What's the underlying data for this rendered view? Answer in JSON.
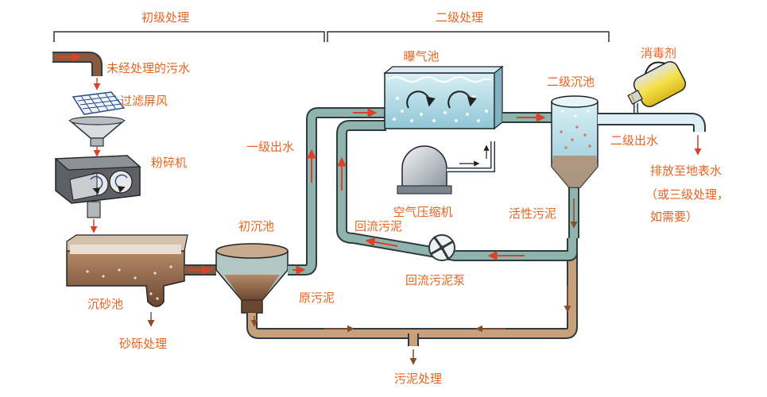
{
  "stages": {
    "primary": "初级处理",
    "secondary": "二级处理"
  },
  "labels": {
    "raw_sewage": "未经处理的污水",
    "screen": "过滤屏风",
    "grinder": "粉碎机",
    "grit_chamber": "沉砂池",
    "grit_disposal": "砂砾处理",
    "primary_clarifier": "初沉池",
    "primary_sludge": "原污泥",
    "primary_effluent": "一级出水",
    "aeration_tank": "曝气池",
    "air_compressor": "空气压缩机",
    "return_sludge": "回流污泥",
    "return_sludge_pump": "回流污泥泵",
    "secondary_clarifier": "二级沉池",
    "activated_sludge": "活性污泥",
    "disinfectant": "消毒剂",
    "secondary_effluent": "二级出水",
    "discharge_line1": "排放至地表水",
    "discharge_line2": "（或三级处理，",
    "discharge_line3": "如需要）",
    "sludge_treatment": "污泥处理"
  },
  "colors": {
    "label": "#e8641e",
    "pipe": "#8fb3ad",
    "pipe_edge": "#2f3b42",
    "arrow": "#d8432a",
    "water": "#bfe3ee",
    "sludge": "#8a5a3c",
    "grit": "#a07a54"
  },
  "icons": [
    "screen-grid-icon",
    "grinder-rollers-icon",
    "compressor-dome-icon",
    "pump-impeller-icon",
    "disinfectant-jug-icon"
  ]
}
